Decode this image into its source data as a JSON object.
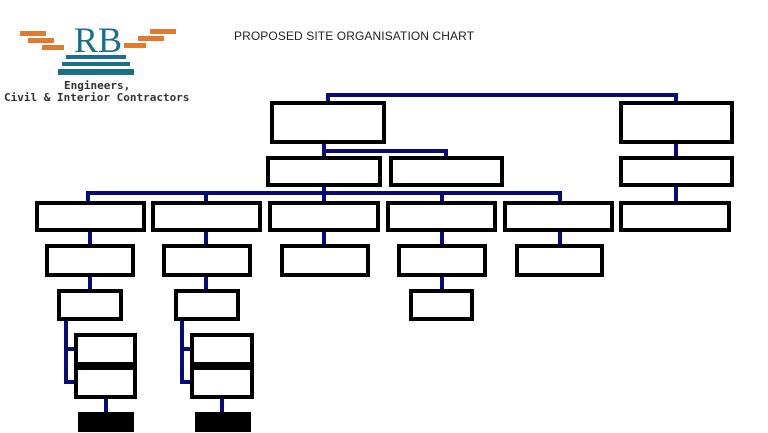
{
  "header": {
    "title": "PROPOSED SITE ORGANISATION CHART"
  },
  "logo": {
    "monogram": "RB",
    "line1": "Engineers,",
    "line2": "Civil & Interior Contractors",
    "colors": {
      "brand_teal": "#1b6e8c",
      "brand_orange": "#e07a2e"
    }
  },
  "chart": {
    "box_border_color": "#000000",
    "connector_color": "#0a0a7a",
    "filled_box_color": "#000000"
  }
}
